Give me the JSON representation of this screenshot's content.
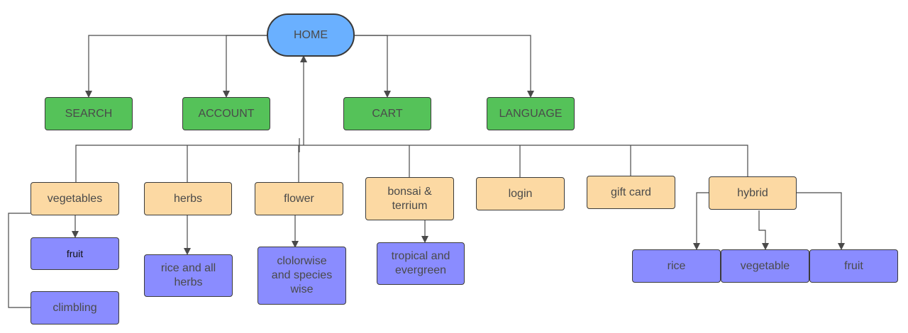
{
  "colors": {
    "home": "#6ab0ff",
    "primary": "#55c259",
    "category": "#fcd9a3",
    "subcategory": "#8a8cff",
    "connector": "#4a4a4a"
  },
  "home": "HOME",
  "top_nav": [
    "SEARCH",
    "ACCOUNT",
    "CART",
    "LANGUAGE"
  ],
  "categories": [
    "vegetables",
    "herbs",
    "flower",
    "bonsai & terrium",
    "login",
    "gift card",
    "hybrid"
  ],
  "subcategories": {
    "vegetables": [
      "fruit",
      "climbling"
    ],
    "herbs": [
      "rice and all herbs"
    ],
    "flower": [
      "clolorwise and species wise"
    ],
    "bonsai": [
      "tropical and evergreen"
    ],
    "hybrid": [
      "rice",
      "vegetable",
      "fruit"
    ]
  }
}
